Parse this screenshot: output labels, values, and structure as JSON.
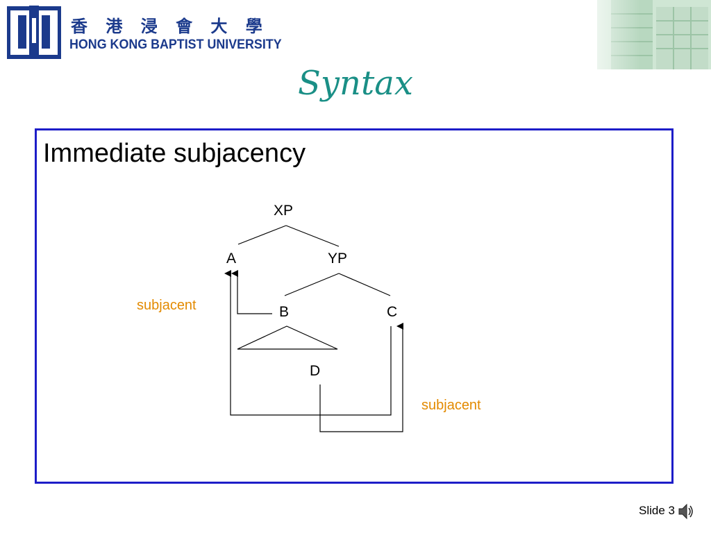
{
  "header": {
    "logo_cn": "香 港 浸 會 大 學",
    "logo_en": "HONG KONG BAPTIST UNIVERSITY",
    "title": "Syntax"
  },
  "content": {
    "heading": "Immediate subjacency"
  },
  "tree": {
    "nodes": {
      "xp": "XP",
      "a": "A",
      "yp": "YP",
      "b": "B",
      "c": "C",
      "d": "D"
    },
    "annotations": {
      "left": "subjacent",
      "right": "subjacent"
    }
  },
  "footer": {
    "slide_label": "Slide 3"
  },
  "icons": {
    "logo": "hkbu-logo-icon",
    "speaker": "speaker-icon"
  },
  "colors": {
    "title": "#1a8f86",
    "frame": "#1d1dc8",
    "annotation": "#e38a00",
    "logo": "#1b3a8c"
  }
}
